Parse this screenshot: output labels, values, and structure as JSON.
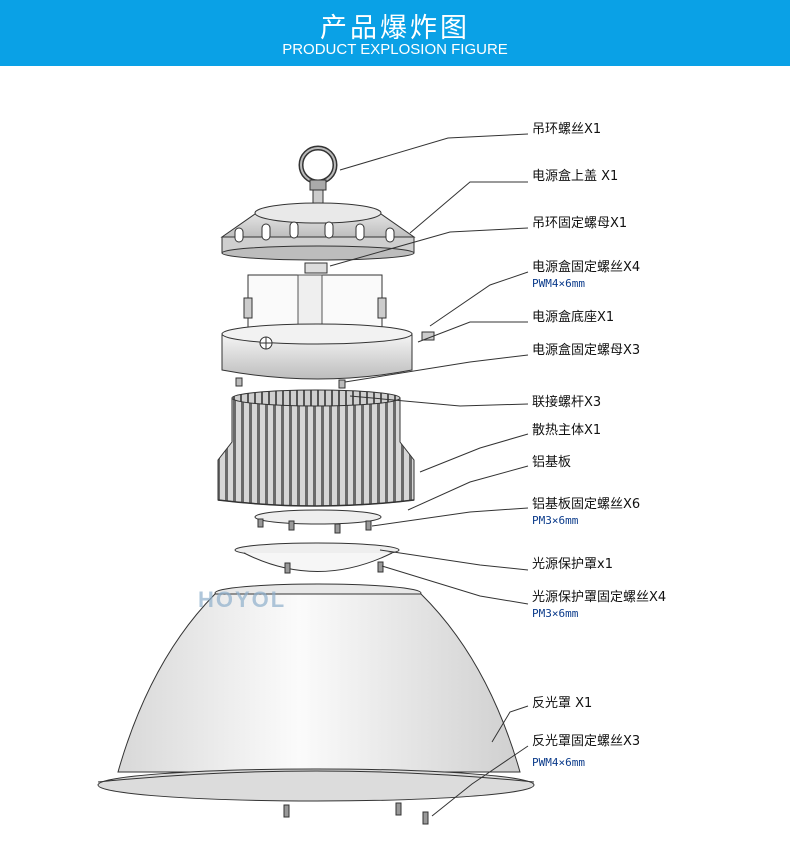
{
  "header": {
    "title_cn": "产品爆炸图",
    "title_en": "PRODUCT EXPLOSION FIGURE",
    "background": "#0aa1e6"
  },
  "watermark": "HOYOL",
  "parts": [
    {
      "id": "lifting-ring-screw",
      "label": "吊环螺丝X1",
      "spec": ""
    },
    {
      "id": "driver-box-top-cover",
      "label": "电源盒上盖 X1",
      "spec": ""
    },
    {
      "id": "ring-fixing-nut",
      "label": "吊环固定螺母X1",
      "spec": ""
    },
    {
      "id": "driver-box-fixing-screw",
      "label": "电源盒固定螺丝X4",
      "spec": "PWM4×6mm"
    },
    {
      "id": "driver-box-base",
      "label": "电源盒底座X1",
      "spec": ""
    },
    {
      "id": "driver-box-fixing-nut",
      "label": "电源盒固定螺母X3",
      "spec": ""
    },
    {
      "id": "connecting-rod",
      "label": "联接螺杆X3",
      "spec": ""
    },
    {
      "id": "heatsink-body",
      "label": "散热主体X1",
      "spec": ""
    },
    {
      "id": "aluminum-board",
      "label": "铝基板",
      "spec": ""
    },
    {
      "id": "aluminum-board-screw",
      "label": "铝基板固定螺丝X6",
      "spec": "PM3×6mm"
    },
    {
      "id": "light-cover",
      "label": "光源保护罩x1",
      "spec": ""
    },
    {
      "id": "light-cover-screw",
      "label": "光源保护罩固定螺丝X4",
      "spec": "PM3×6mm"
    },
    {
      "id": "reflector",
      "label": "反光罩 X1",
      "spec": ""
    },
    {
      "id": "reflector-screw",
      "label": "反光罩固定螺丝X3",
      "spec": "PWM4×6mm"
    }
  ]
}
